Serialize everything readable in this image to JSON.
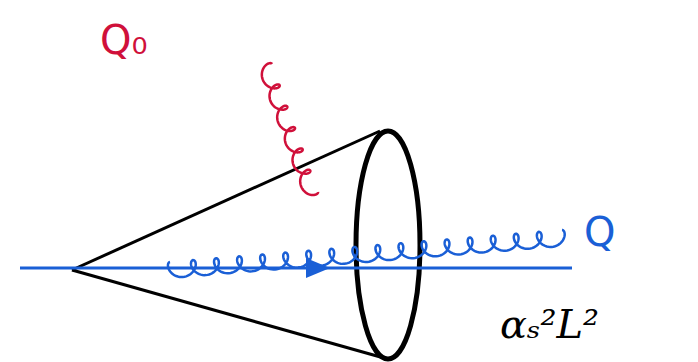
{
  "diagram": {
    "labels": [
      "Q₀",
      "Q",
      "αₛ²L²"
    ]
  }
}
